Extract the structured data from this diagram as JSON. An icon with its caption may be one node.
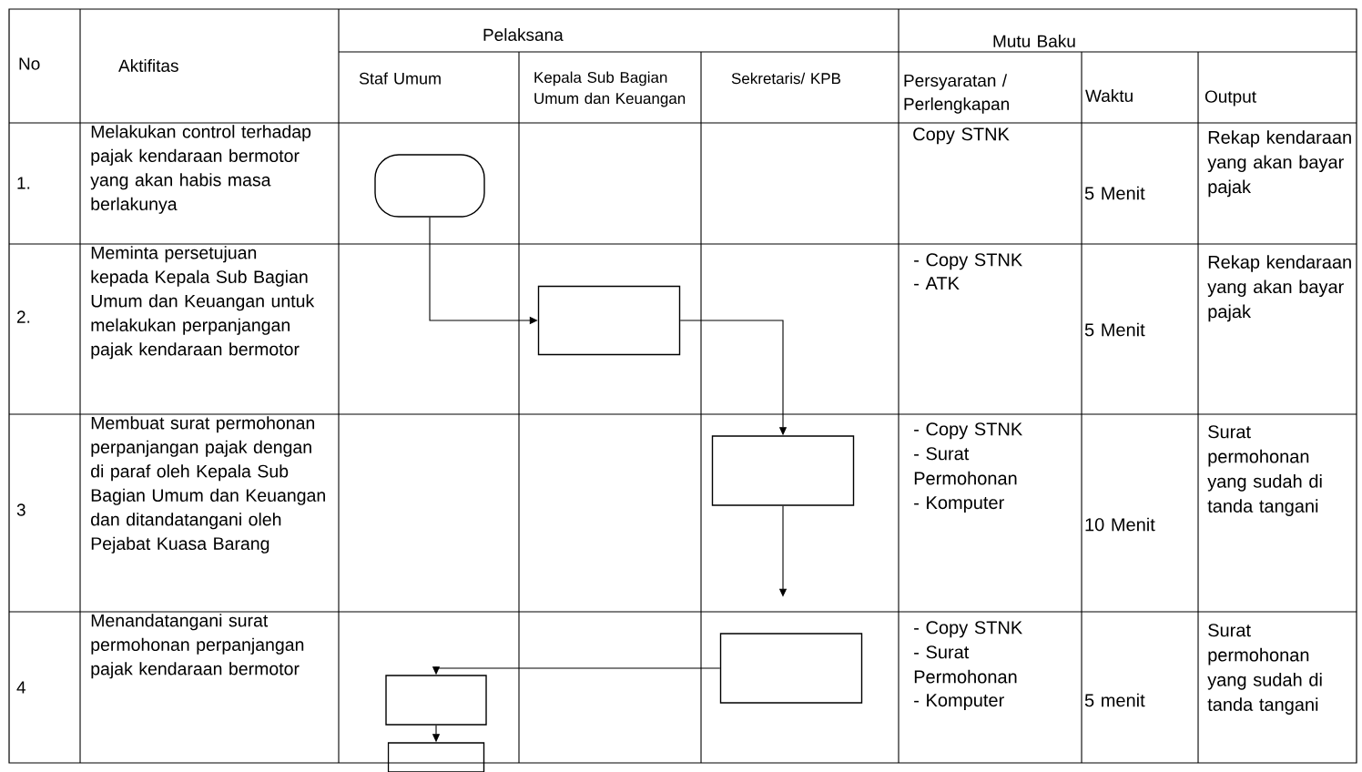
{
  "diagram": {
    "nodes": [
      {
        "text": [],
        "shape": "oval"
      },
      {
        "text": [],
        "shape": "box"
      },
      {
        "text": [],
        "shape": "box"
      },
      {
        "text": [],
        "shape": "box"
      },
      {
        "text": [],
        "shape": "box"
      },
      {
        "text": [],
        "shape": "box"
      }
    ],
    "edges": [
      {
        "from": 0,
        "to": 1,
        "arrow": "to"
      },
      {
        "from": 1,
        "to": 2,
        "arrow": "to"
      },
      {
        "from": 2,
        "to": null,
        "arrow": "to"
      },
      {
        "from": 3,
        "to": 4,
        "arrow": "to"
      },
      {
        "from": 4,
        "to": 5,
        "arrow": "to"
      }
    ],
    "labels": [
      "No",
      "Aktifitas",
      "Pelaksana",
      "Mutu Baku",
      "Staf Umum",
      "Kepala Sub Bagian Umum dan Keuangan",
      "Sekretaris/ KPB",
      "Persyaratan / Perlengkapan",
      "Waktu",
      "Output",
      "1.",
      "Melakukan control terhadap pajak kendaraan bermotor yang akan habis masa berlakunya",
      "Copy STNK",
      "5 Menit",
      "Rekap kendaraan yang akan bayar pajak",
      "2.",
      "Meminta persetujuan kepada Kepala Sub Bagian Umum dan Keuangan untuk melakukan perpanjangan pajak kendaraan bermotor",
      "- Copy STNK",
      "- ATK",
      "5 Menit",
      "Rekap kendaraan yang akan bayar pajak",
      "3",
      "Membuat surat permohonan perpanjangan pajak dengan di paraf oleh Kepala Sub Bagian Umum dan Keuangan dan ditandatangani oleh Pejabat Kuasa Barang",
      "- Copy STNK",
      "- Surat Permohonan",
      "- Komputer",
      "10 Menit",
      "Surat permohonan yang sudah di tanda tangani",
      "4",
      "Menandatangani surat permohonan perpanjangan pajak kendaraan bermotor",
      "- Copy STNK",
      "- Surat Permohonan",
      "- Komputer",
      "5 menit",
      "Surat permohonan yang sudah di tanda tangani"
    ]
  }
}
